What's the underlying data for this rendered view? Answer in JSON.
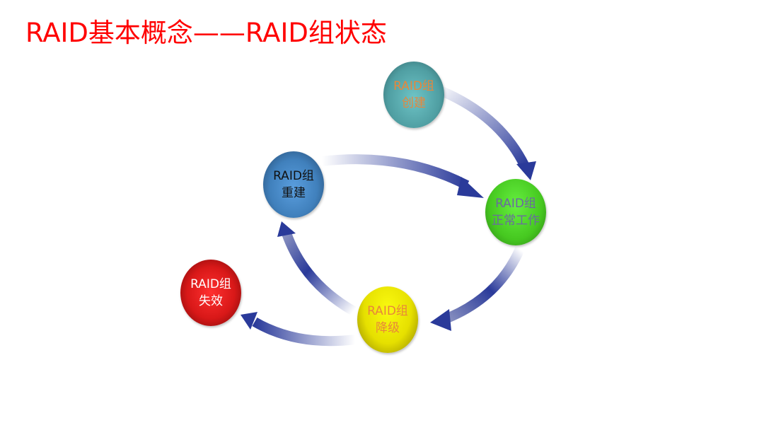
{
  "title": "RAID基本概念——RAID组状态",
  "nodes": {
    "create": {
      "line1": "RAID组",
      "line2": "创建",
      "color": "#5fb0b4",
      "text_color": "#e8863a"
    },
    "normal": {
      "line1": "RAID组",
      "line2": "正常工作",
      "color": "#4fd12a",
      "text_color": "#6a6aa0"
    },
    "rebuild": {
      "line1": "RAID组",
      "line2": "重建",
      "color": "#4a8ccc",
      "text_color": "#111111"
    },
    "degraded": {
      "line1": "RAID组",
      "line2": "降级",
      "color": "#f0ee10",
      "text_color": "#e8863a"
    },
    "failed": {
      "line1": "RAID组",
      "line2": "失效",
      "color": "#dd2222",
      "text_color": "#ffffff"
    }
  },
  "arrow_color": "#2a3a9a"
}
